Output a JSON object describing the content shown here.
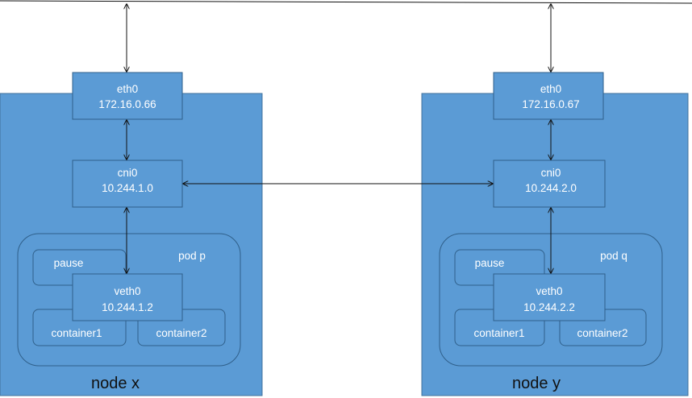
{
  "nodes": [
    {
      "name": "node x",
      "eth0": {
        "name": "eth0",
        "ip": "172.16.0.66"
      },
      "cni0": {
        "name": "cni0",
        "ip": "10.244.1.0"
      },
      "pod": {
        "label": "pod p",
        "pause": "pause",
        "veth0": {
          "name": "veth0",
          "ip": "10.244.1.2"
        },
        "container1": "container1",
        "container2": "container2"
      }
    },
    {
      "name": "node y",
      "eth0": {
        "name": "eth0",
        "ip": "172.16.0.67"
      },
      "cni0": {
        "name": "cni0",
        "ip": "10.244.2.0"
      },
      "pod": {
        "label": "pod q",
        "pause": "pause",
        "veth0": {
          "name": "veth0",
          "ip": "10.244.2.2"
        },
        "container1": "container1",
        "container2": "container2"
      }
    }
  ],
  "colors": {
    "node_fill": "#5b9bd5",
    "border": "#2f5f8a",
    "text": "#ffffff",
    "wire": "#111111"
  }
}
